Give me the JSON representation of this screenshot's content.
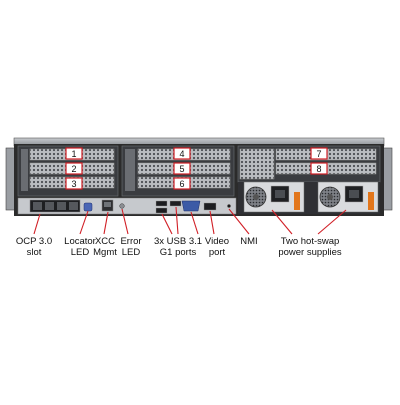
{
  "slot_numbers": [
    "1",
    "2",
    "3",
    "4",
    "5",
    "6",
    "7",
    "8"
  ],
  "callouts": {
    "ocp": [
      "OCP 3.0",
      "slot"
    ],
    "locator": [
      "Locator",
      "LED"
    ],
    "xcc": [
      "XCC",
      "Mgmt"
    ],
    "error": [
      "Error",
      "LED"
    ],
    "usb": [
      "3x USB 3.1",
      "G1 ports"
    ],
    "video": [
      "Video",
      "port"
    ],
    "nmi": [
      "NMI"
    ],
    "psu": [
      "Two hot-swap",
      "power supplies"
    ]
  },
  "colors": {
    "chassis": "#2b2b2b",
    "slot_box_border": "#d11f26",
    "callout_line": "#d11f26",
    "text": "#111111"
  }
}
